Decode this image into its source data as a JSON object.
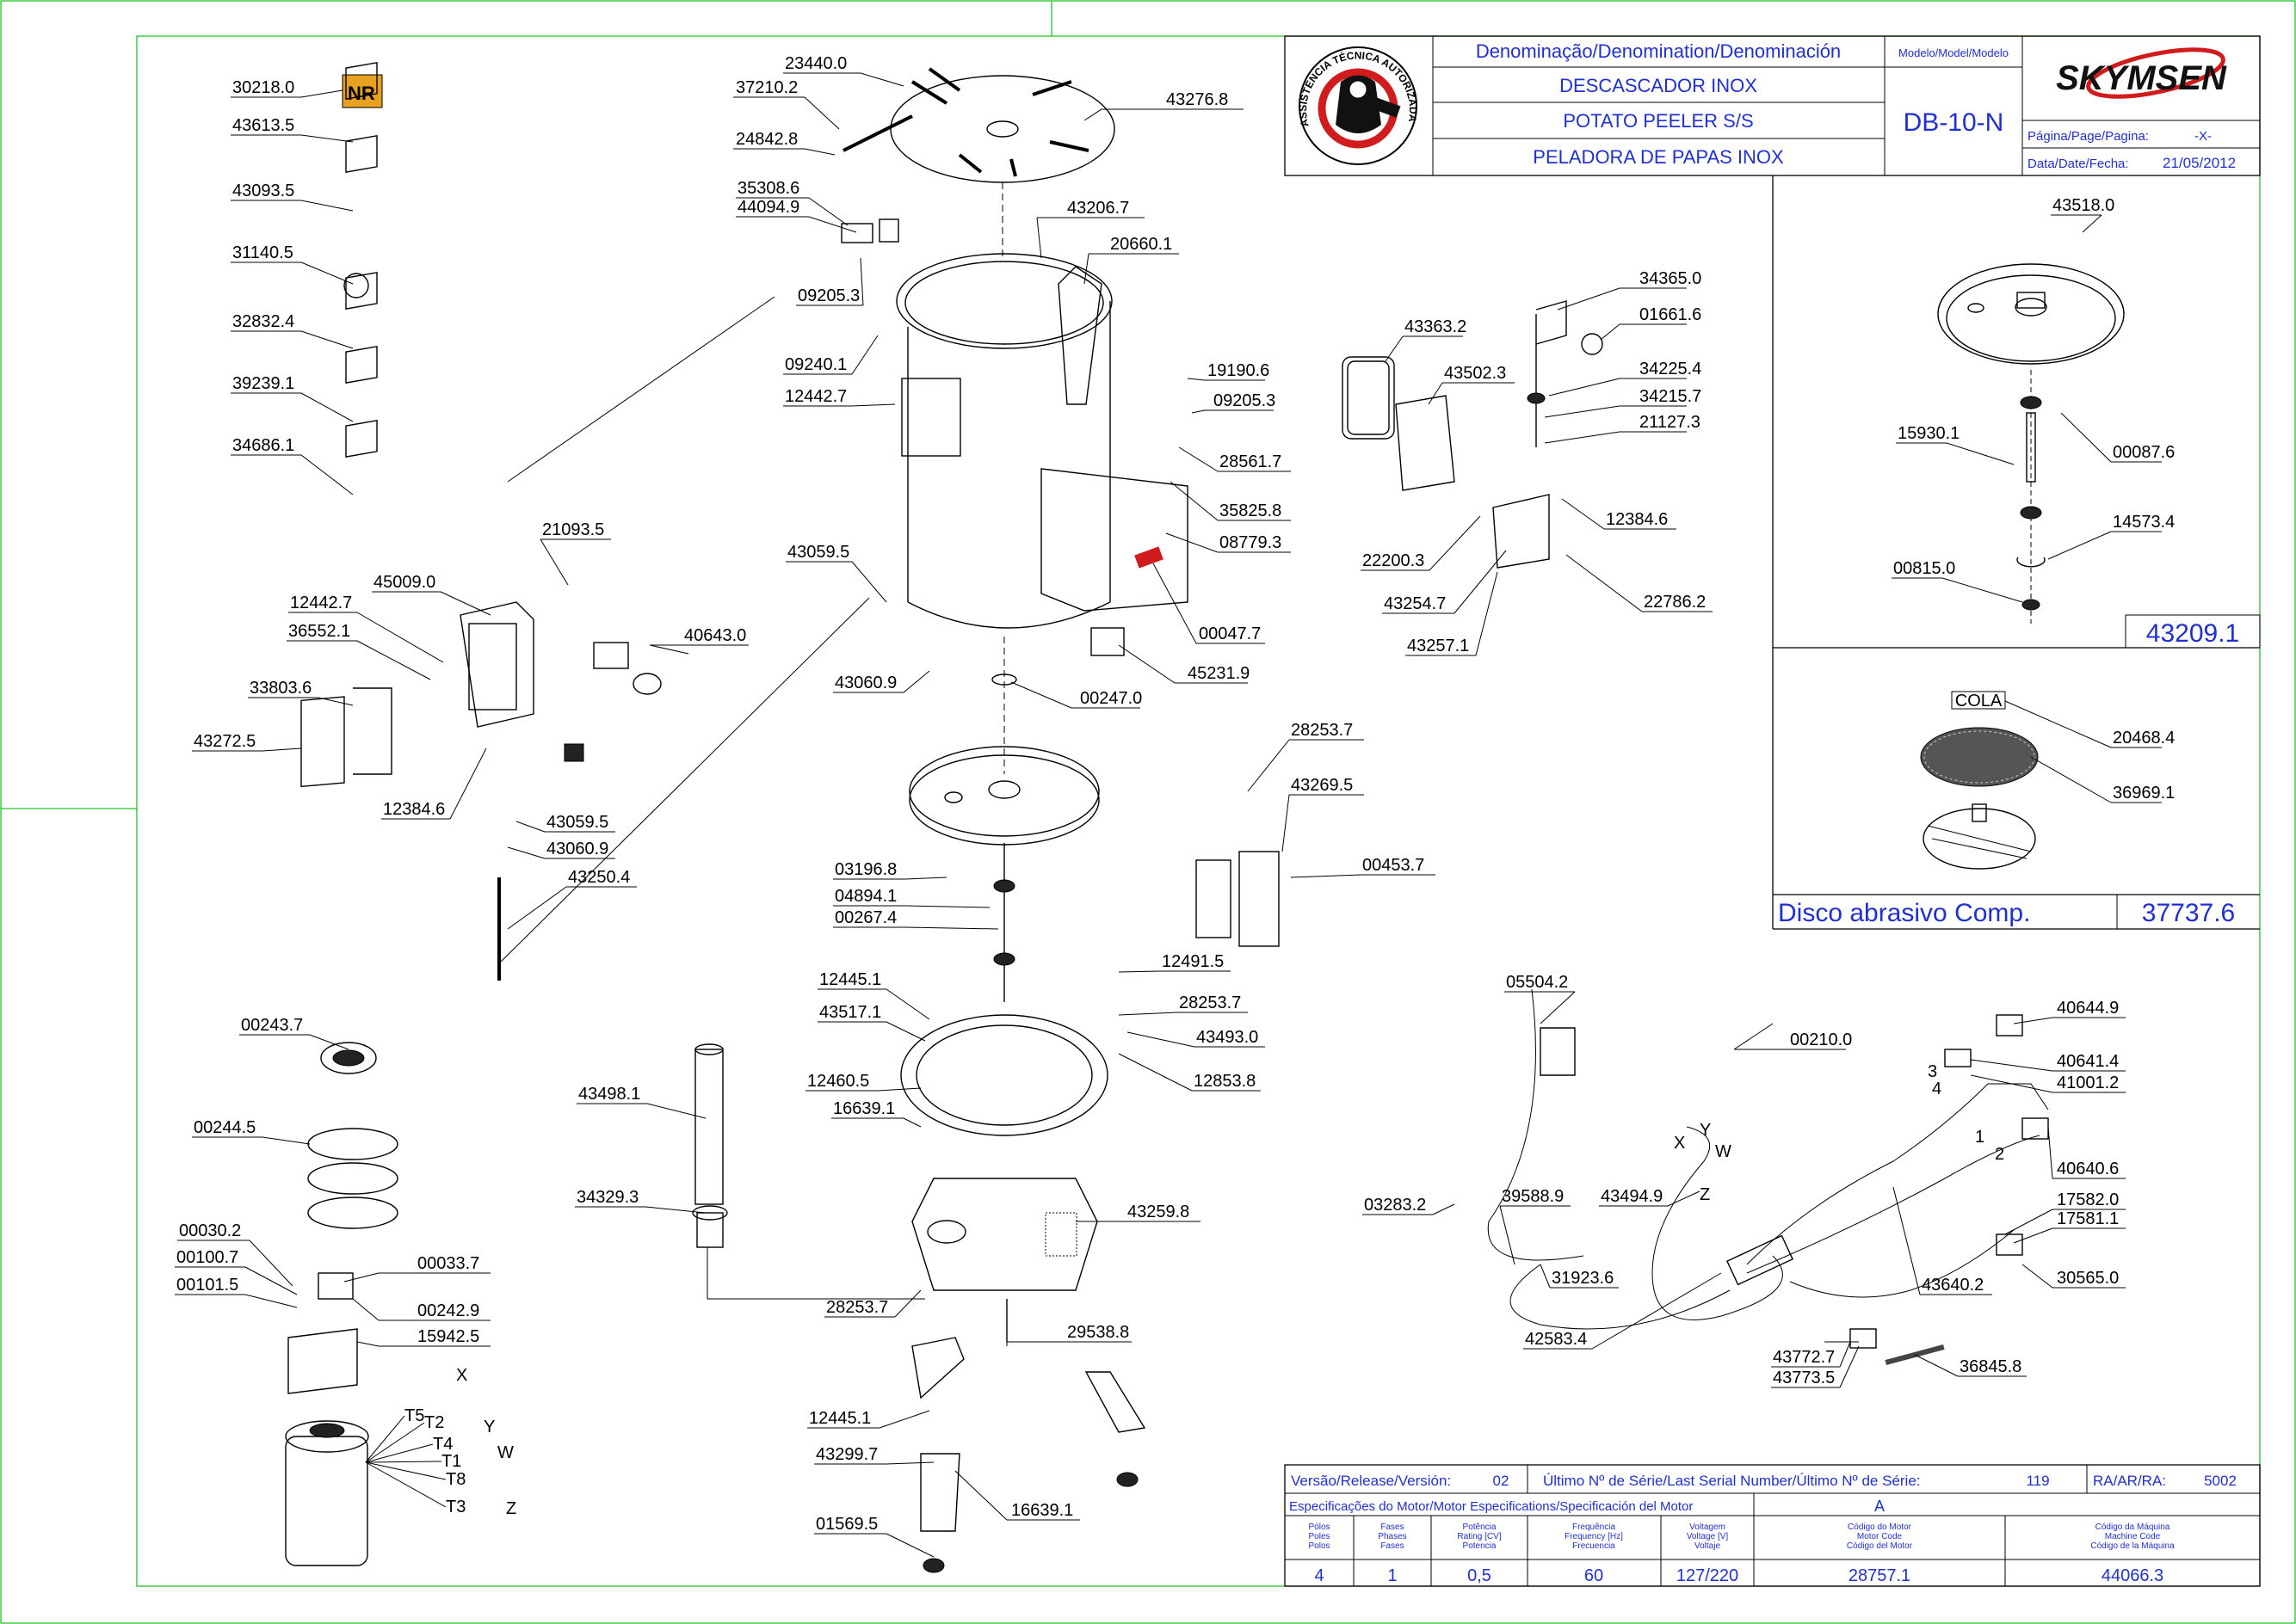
{
  "title_block": {
    "denomination_header": "Denominação/Denomination/Denominación",
    "model_header": "Modelo/Model/Modelo",
    "names": [
      "DESCASCADOR INOX",
      "POTATO PEELER S/S",
      "PELADORA DE PAPAS INOX"
    ],
    "model": "DB-10-N",
    "page_label": "Página/Page/Pagina:",
    "page_value": "-X-",
    "date_label": "Data/Date/Fecha:",
    "date_value": "21/05/2012",
    "brand": "SKYMSEN",
    "seal_text": "ASSISTÊNCIA TÉCNICA AUTORIZADA"
  },
  "insets": {
    "disc_assembly_code": "43209.1",
    "abrasive_disc_label": "Disco abrasivo Comp.",
    "abrasive_disc_code": "37737.6",
    "cola_label": "COLA"
  },
  "footer": {
    "release_label": "Versão/Release/Versión:",
    "release_value": "02",
    "serial_label": "Último Nº de Série/Last Serial Number/Último Nº de Série:",
    "serial_value": "119",
    "ra_label": "RA/AR/RA:",
    "ra_value": "5002",
    "motor_spec_label": "Especificações do Motor/Motor Especifications/Specificación del Motor",
    "motor_spec_letter": "A",
    "columns": [
      {
        "lines": [
          "Pólos",
          "Poles",
          "Polos"
        ],
        "value": "4"
      },
      {
        "lines": [
          "Fases",
          "Phases",
          "Fases"
        ],
        "value": "1"
      },
      {
        "lines": [
          "Potência",
          "Rating [CV]",
          "Potencia"
        ],
        "value": "0,5"
      },
      {
        "lines": [
          "Frequência",
          "Frequency [Hz]",
          "Frecuencia"
        ],
        "value": "60"
      },
      {
        "lines": [
          "Voltagem",
          "Voltage [V]",
          "Voltaje"
        ],
        "value": "127/220"
      },
      {
        "lines": [
          "Código do Motor",
          "Motor Code",
          "Código del Motor"
        ],
        "value": "28757.1"
      },
      {
        "lines": [
          "Código da Máquina",
          "Machine Code",
          "Código de la Máquina"
        ],
        "value": "44066.3"
      }
    ]
  },
  "part_labels": [
    "30218.0",
    "43613.5",
    "43093.5",
    "31140.5",
    "32832.4",
    "39239.1",
    "34686.1",
    "23440.0",
    "37210.2",
    "24842.8",
    "43276.8",
    "35308.6",
    "44094.9",
    "09205.3",
    "43206.7",
    "20660.1",
    "09240.1",
    "12442.7",
    "19190.6",
    "09205.3",
    "28561.7",
    "35825.8",
    "08779.3",
    "43059.5",
    "00047.7",
    "43060.9",
    "45231.9",
    "00247.0",
    "21093.5",
    "45009.0",
    "12442.7",
    "36552.1",
    "40643.0",
    "33803.6",
    "43272.5",
    "12384.6",
    "43059.5",
    "43060.9",
    "43250.4",
    "43363.2",
    "43502.3",
    "34365.0",
    "01661.6",
    "34225.4",
    "34215.7",
    "21127.3",
    "12384.6",
    "22200.3",
    "43254.7",
    "22786.2",
    "43257.1",
    "43518.0",
    "15930.1",
    "00087.6",
    "14573.4",
    "00815.0",
    "20468.4",
    "36969.1",
    "28253.7",
    "43269.5",
    "00453.7",
    "03196.8",
    "04894.1",
    "00267.4",
    "12445.1",
    "43517.1",
    "12491.5",
    "28253.7",
    "43493.0",
    "12460.5",
    "16639.1",
    "12853.8",
    "43498.1",
    "34329.3",
    "43259.8",
    "28253.7",
    "29538.8",
    "12445.1",
    "43299.7",
    "16639.1",
    "01569.5",
    "00243.7",
    "00244.5",
    "00030.2",
    "00100.7",
    "00033.7",
    "00101.5",
    "00242.9",
    "15942.5",
    "05504.2",
    "00210.0",
    "40644.9",
    "40641.4",
    "41001.2",
    "40640.6",
    "17582.0",
    "17581.1",
    "30565.0",
    "43640.2",
    "03283.2",
    "39588.9",
    "43494.9",
    "31923.6",
    "42583.4",
    "43772.7",
    "43773.5",
    "36845.8"
  ],
  "motor_terminals": [
    "T5",
    "T2",
    "T4",
    "T1",
    "T8",
    "T3"
  ],
  "motor_phases": [
    "X",
    "Y",
    "W",
    "Z"
  ],
  "connector_pins": [
    "3",
    "4",
    "1",
    "2"
  ],
  "sensor_letters": [
    "X",
    "Y",
    "W",
    "Z"
  ],
  "colors": {
    "frame": "#27c127",
    "titleblock_text": "#2030d0",
    "brand_red": "#d01c1c"
  }
}
